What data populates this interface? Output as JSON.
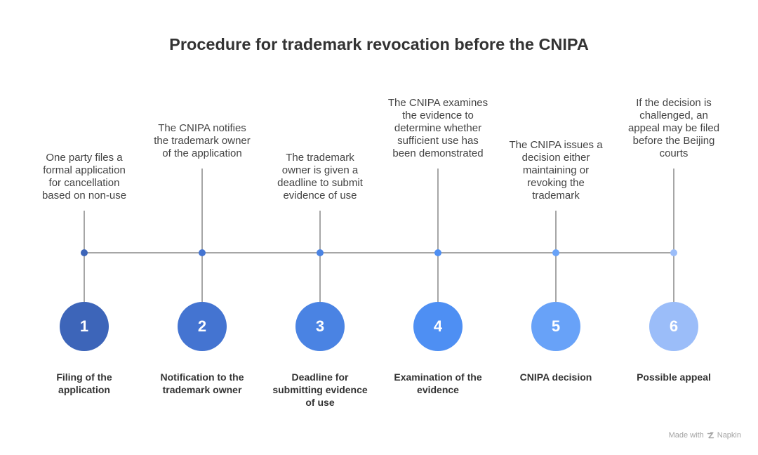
{
  "title": "Procedure for trademark revocation before the CNIPA",
  "connector_color": "#a6a6a6",
  "steps": [
    {
      "number": "1",
      "label": "Filing of the\napplication",
      "description": "One party files a\nformal application\nfor cancellation\nbased on non-use",
      "color": "#3d65b9"
    },
    {
      "number": "2",
      "label": "Notification to the\ntrademark owner",
      "description": "The CNIPA notifies\nthe trademark owner\nof the application",
      "color": "#4474d1"
    },
    {
      "number": "3",
      "label": "Deadline for\nsubmitting evidence\nof use",
      "description": "The trademark\nowner is given a\ndeadline to submit\nevidence of use",
      "color": "#4a83e3"
    },
    {
      "number": "4",
      "label": "Examination of the\nevidence",
      "description": "The CNIPA examines\nthe evidence to\ndetermine whether\nsufficient use has\nbeen demonstrated",
      "color": "#4e8ff3"
    },
    {
      "number": "5",
      "label": "CNIPA decision",
      "description": "The CNIPA issues a\ndecision either\nmaintaining or\nrevoking the\ntrademark",
      "color": "#68a2f8"
    },
    {
      "number": "6",
      "label": "Possible appeal",
      "description": "If the decision is\nchallenged, an\nappeal may be filed\nbefore the Beijing\ncourts",
      "color": "#9bbdf9"
    }
  ],
  "footer": {
    "made_with": "Made with",
    "icon": "napkin-logo-icon",
    "brand": "Napkin"
  }
}
